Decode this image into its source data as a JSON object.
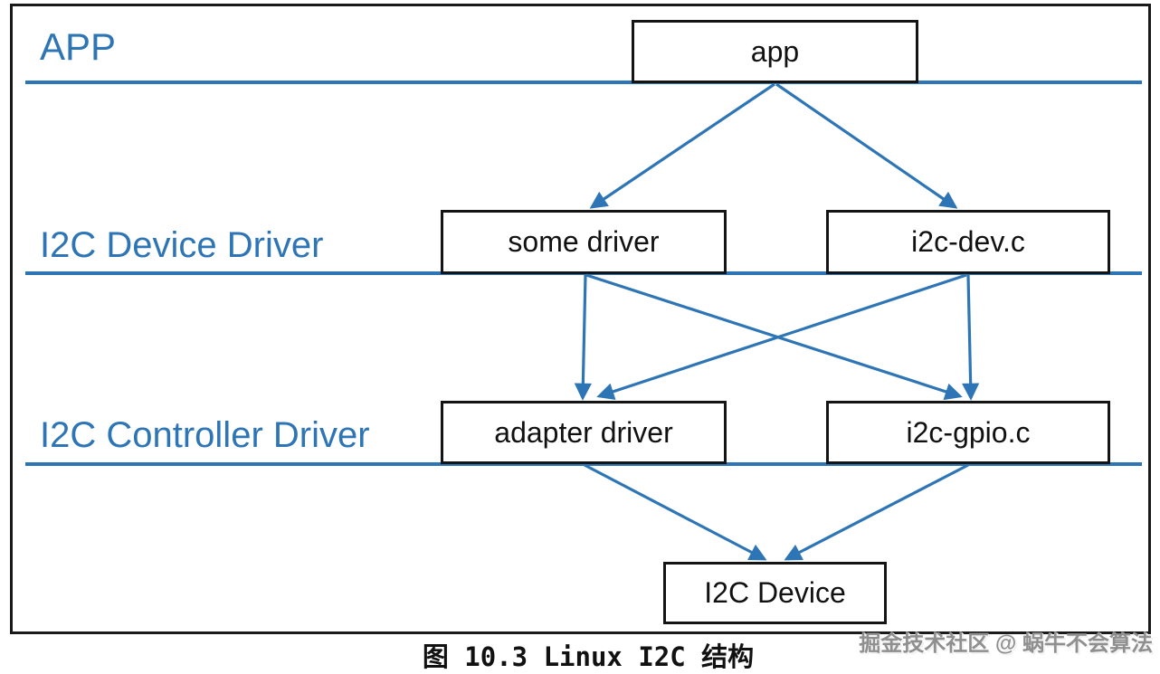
{
  "figure": {
    "caption": "图 10.3 Linux I2C 结构",
    "watermark": "掘金技术社区 @ 蜗牛不会算法"
  },
  "diagram": {
    "layers": [
      {
        "id": "app-layer",
        "label": "APP"
      },
      {
        "id": "i2c-device-driver-layer",
        "label": "I2C Device Driver"
      },
      {
        "id": "i2c-controller-driver-layer",
        "label": "I2C Controller Driver"
      }
    ],
    "nodes": {
      "app": {
        "label": "app"
      },
      "some_driver": {
        "label": "some driver"
      },
      "i2c_dev": {
        "label": "i2c-dev.c"
      },
      "adapter_driver": {
        "label": "adapter driver"
      },
      "i2c_gpio": {
        "label": "i2c-gpio.c"
      },
      "i2c_device": {
        "label": "I2C Device"
      }
    },
    "edges": [
      {
        "from": "app",
        "to": "some_driver"
      },
      {
        "from": "app",
        "to": "i2c_dev"
      },
      {
        "from": "some_driver",
        "to": "adapter_driver"
      },
      {
        "from": "some_driver",
        "to": "i2c_gpio"
      },
      {
        "from": "i2c_dev",
        "to": "adapter_driver"
      },
      {
        "from": "i2c_dev",
        "to": "i2c_gpio"
      },
      {
        "from": "adapter_driver",
        "to": "i2c_device"
      },
      {
        "from": "i2c_gpio",
        "to": "i2c_device"
      }
    ]
  },
  "colors": {
    "accent_blue": "#2e75b6",
    "box_border": "#141414",
    "box_text": "#111111",
    "watermark_gray": "#8f8f8f"
  }
}
